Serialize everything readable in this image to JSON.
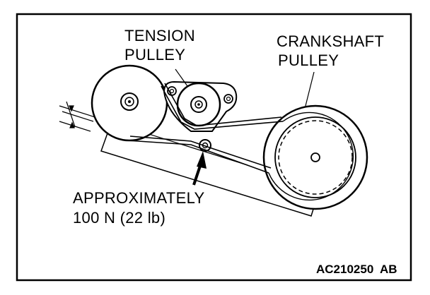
{
  "labels": {
    "tension_line1": "TENSION",
    "tension_line2": "PULLEY",
    "crank_line1": "CRANKSHAFT",
    "crank_line2": "PULLEY",
    "force_line1": "APPROXIMATELY",
    "force_line2": "100 N (22 lb)",
    "figure_code": "AC210250",
    "figure_suffix": "AB"
  },
  "colors": {
    "line": "#000000",
    "background": "#ffffff"
  }
}
